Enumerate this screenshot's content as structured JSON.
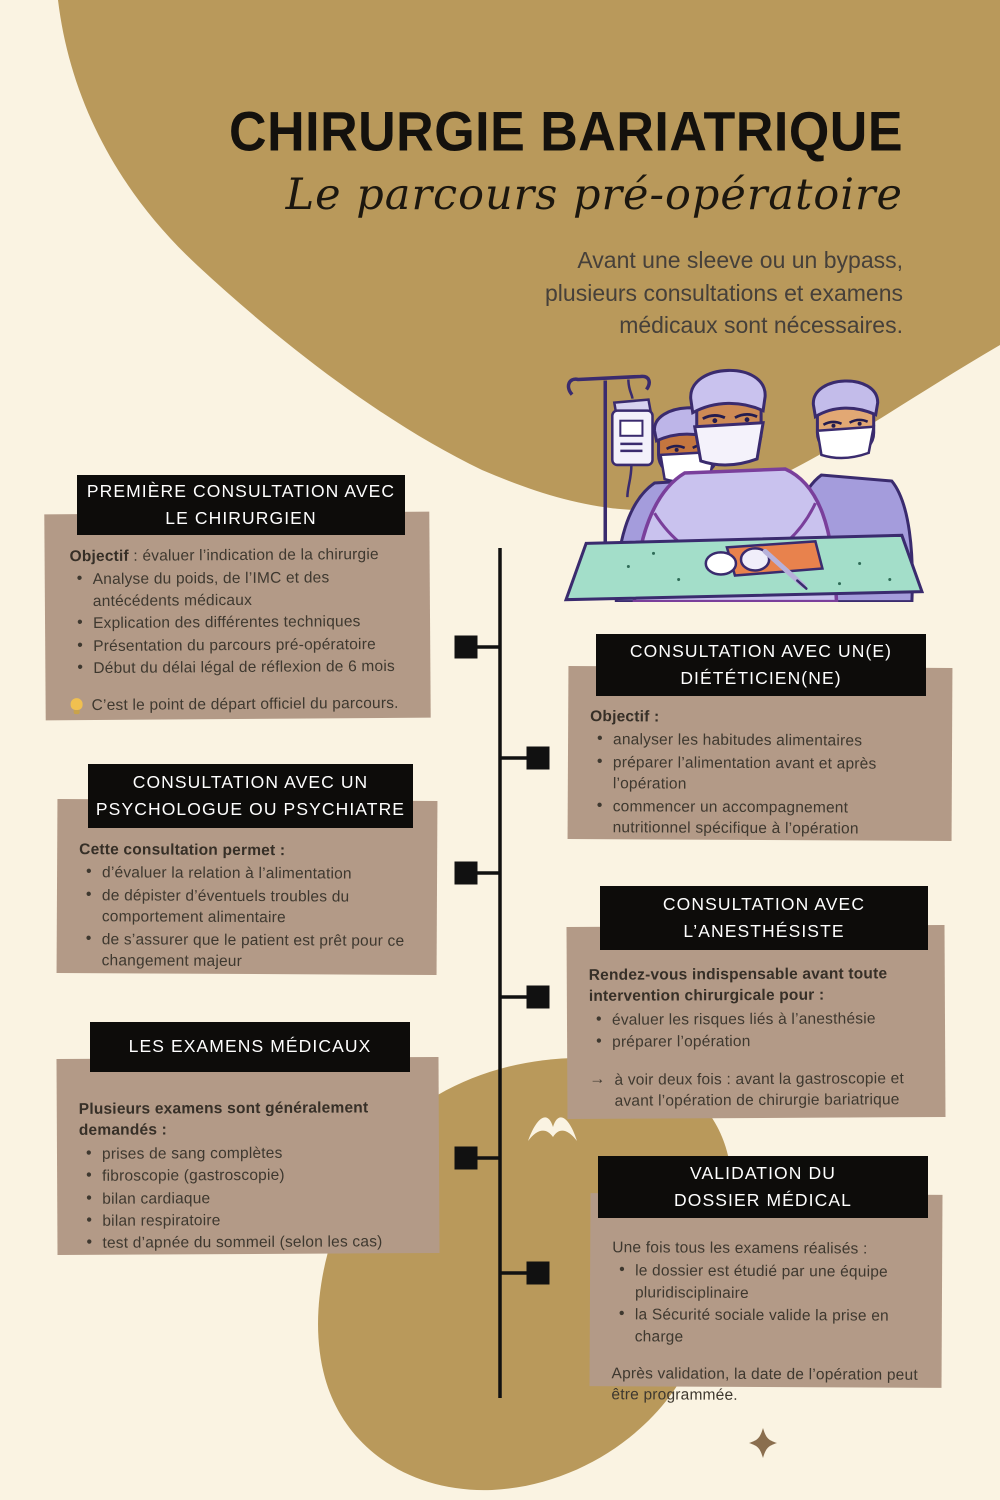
{
  "page": {
    "title": "CHIRURGIE BARIATRIQUE",
    "subtitle_script": "Le parcours pré-opératoire",
    "lead": "Avant une sleeve ou un bypass,\nplusieurs consultations et examens\nmédicaux sont nécessaires."
  },
  "colors": {
    "background": "#FAF3E2",
    "gold_blob": "#B9995B",
    "card": "#B39A87",
    "header_bg": "#0D0C0A",
    "header_text": "#FFFFFF",
    "body_text": "#3E382F",
    "timeline": "#111111",
    "sparkle": "#8A6E4E",
    "bulb": "#F0C050"
  },
  "icons": {
    "lightbulb": "lightbulb-icon",
    "arrow_right": "→",
    "sparkle": "✦"
  },
  "blocks": {
    "surgeon": {
      "header": "PREMIÈRE CONSULTATION AVEC\nLE CHIRURGIEN",
      "intro_bold": "Objectif",
      "intro_rest": " : évaluer l’indication de la chirurgie",
      "bullets": [
        "Analyse du poids, de l’IMC et des\nantécédents médicaux",
        "Explication des différentes techniques",
        "Présentation du parcours pré-opératoire",
        "Début du délai légal de réflexion de 6 mois"
      ],
      "note": "C’est le point de départ officiel du parcours."
    },
    "dietitian": {
      "header": "CONSULTATION AVEC UN(E)\nDIÉTÉTICIEN(NE)",
      "intro_bold": "Objectif :",
      "intro_rest": "",
      "bullets": [
        "analyser les habitudes alimentaires",
        "préparer l’alimentation avant et après\nl’opération",
        "commencer un accompagnement\nnutritionnel spécifique à l’opération"
      ]
    },
    "psychologist": {
      "header": "CONSULTATION AVEC UN\nPSYCHOLOGUE OU PSYCHIATRE",
      "intro_bold": "Cette consultation permet :",
      "intro_rest": "",
      "bullets": [
        "d’évaluer la relation à l’alimentation",
        "de dépister d’éventuels troubles du\ncomportement alimentaire",
        "de s’assurer que le patient est prêt pour ce\nchangement majeur"
      ]
    },
    "anesthetist": {
      "header": "CONSULTATION AVEC\nL’ANESTHÉSISTE",
      "intro_bold": "Rendez-vous indispensable avant toute\nintervention chirurgicale pour :",
      "intro_rest": "",
      "bullets": [
        "évaluer les risques liés à l’anesthésie",
        "préparer l’opération"
      ],
      "note": "à voir deux fois : avant la gastroscopie et\navant l’opération de chirurgie bariatrique"
    },
    "exams": {
      "header": "LES EXAMENS MÉDICAUX",
      "intro_bold": "Plusieurs examens sont généralement\ndemandés :",
      "intro_rest": "",
      "bullets": [
        "prises de sang complètes",
        "fibroscopie (gastroscopie)",
        "bilan cardiaque",
        "bilan respiratoire",
        "test d’apnée du sommeil (selon les cas)"
      ]
    },
    "validation": {
      "header": "VALIDATION DU\nDOSSIER MÉDICAL",
      "intro_regular": "Une fois tous les examens réalisés :",
      "bullets": [
        "le dossier est étudié par une équipe\npluridisciplinaire",
        "la Sécurité sociale valide la prise en charge"
      ],
      "note": "Après validation, la date de l’opération peut\nêtre programmée."
    }
  }
}
